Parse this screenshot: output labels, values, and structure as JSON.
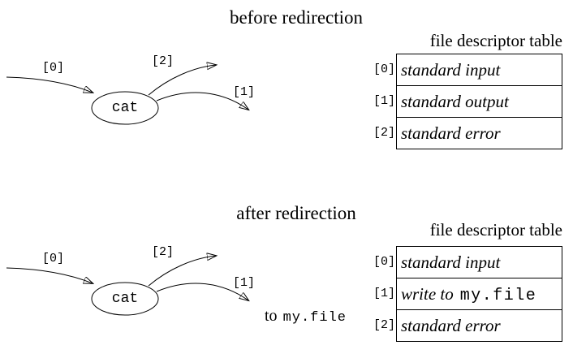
{
  "colors": {
    "ink": "#000000",
    "background": "#ffffff"
  },
  "diagram": {
    "before": {
      "title": "before redirection",
      "table_title": "file descriptor table",
      "process_label": "cat",
      "arrow_labels": {
        "input": "[0]",
        "output": "[1]",
        "error": "[2]"
      },
      "fd_table": {
        "rows": [
          {
            "index": "[0]",
            "text": "standard input"
          },
          {
            "index": "[1]",
            "text": "standard output"
          },
          {
            "index": "[2]",
            "text": "standard error"
          }
        ]
      }
    },
    "after": {
      "title": "after redirection",
      "table_title": "file descriptor table",
      "process_label": "cat",
      "arrow_labels": {
        "input": "[0]",
        "output": "[1]",
        "error": "[2]"
      },
      "redirect_target": {
        "prefix": "to",
        "filename": "my.file"
      },
      "fd_table": {
        "rows": [
          {
            "index": "[0]",
            "text": "standard input"
          },
          {
            "index": "[1]",
            "text_italic": "write to",
            "text_mono": "my.file"
          },
          {
            "index": "[2]",
            "text": "standard error"
          }
        ]
      }
    }
  }
}
